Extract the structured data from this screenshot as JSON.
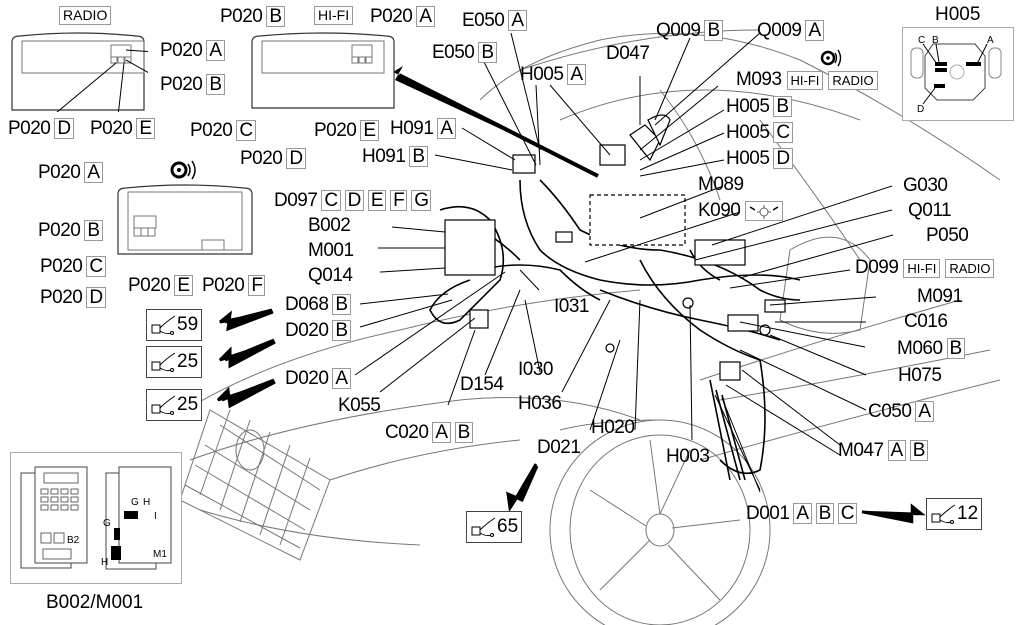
{
  "diagram": {
    "title": "Wiring harness location diagram — dashboard / front end",
    "insets": {
      "radio_unit": {
        "tag": "RADIO",
        "labels": [
          "P020 A",
          "P020 B",
          "P020 D",
          "P020 E"
        ]
      },
      "hifi_unit": {
        "tag": "HI-FI",
        "labels": [
          "P020 B",
          "P020 A",
          "P020 C",
          "P020 D",
          "P020 E"
        ]
      },
      "nav_unit": {
        "icon": "signal-icon",
        "labels": [
          "P020 A",
          "P020 B",
          "P020 C",
          "P020 D",
          "P020 E",
          "P020 F"
        ]
      },
      "h005": {
        "title": "H005",
        "pins": [
          "A",
          "B",
          "C",
          "D"
        ]
      },
      "b002_m001": {
        "title": "B002/M001",
        "module_labels": [
          "B2",
          "M1"
        ],
        "pins": [
          "G",
          "H",
          "G",
          "H",
          "I"
        ]
      }
    },
    "tags": {
      "radio": "RADIO",
      "hifi": "HI-FI"
    },
    "labels": {
      "radio_a": {
        "code": "P020",
        "box": "A"
      },
      "radio_b": {
        "code": "P020",
        "box": "B"
      },
      "radio_d": {
        "code": "P020",
        "box": "D"
      },
      "radio_e": {
        "code": "P020",
        "box": "E"
      },
      "hifi_b": {
        "code": "P020",
        "box": "B"
      },
      "hifi_a": {
        "code": "P020",
        "box": "A"
      },
      "hifi_c": {
        "code": "P020",
        "box": "C"
      },
      "hifi_d": {
        "code": "P020",
        "box": "D"
      },
      "hifi_e": {
        "code": "P020",
        "box": "E"
      },
      "nav_a": {
        "code": "P020",
        "box": "A"
      },
      "nav_b": {
        "code": "P020",
        "box": "B"
      },
      "nav_c": {
        "code": "P020",
        "box": "C"
      },
      "nav_d": {
        "code": "P020",
        "box": "D"
      },
      "nav_e": {
        "code": "P020",
        "box": "E"
      },
      "nav_f": {
        "code": "P020",
        "box": "F"
      },
      "e050a": {
        "code": "E050",
        "box": "A"
      },
      "e050b": {
        "code": "E050",
        "box": "B"
      },
      "h005a": {
        "code": "H005",
        "box": "A"
      },
      "d047": {
        "code": "D047"
      },
      "q009b": {
        "code": "Q009",
        "box": "B"
      },
      "q009a": {
        "code": "Q009",
        "box": "A"
      },
      "m093": {
        "code": "M093"
      },
      "h005b": {
        "code": "H005",
        "box": "B"
      },
      "h005c": {
        "code": "H005",
        "box": "C"
      },
      "h005d": {
        "code": "H005",
        "box": "D"
      },
      "h091a": {
        "code": "H091",
        "box": "A"
      },
      "h091b": {
        "code": "H091",
        "box": "B"
      },
      "m089": {
        "code": "M089"
      },
      "k090": {
        "code": "K090"
      },
      "g030": {
        "code": "G030"
      },
      "q011": {
        "code": "Q011"
      },
      "p050": {
        "code": "P050"
      },
      "d099": {
        "code": "D099"
      },
      "m091": {
        "code": "M091"
      },
      "c016": {
        "code": "C016"
      },
      "m060b": {
        "code": "M060",
        "box": "B"
      },
      "h075": {
        "code": "H075"
      },
      "c050a": {
        "code": "C050",
        "box": "A"
      },
      "m047": {
        "code": "M047",
        "box1": "A",
        "box2": "B"
      },
      "d001": {
        "code": "D001",
        "box1": "A",
        "box2": "B",
        "box3": "C"
      },
      "d097": {
        "code": "D097",
        "boxes": [
          "C",
          "D",
          "E",
          "F",
          "G"
        ]
      },
      "b002": {
        "code": "B002"
      },
      "m001": {
        "code": "M001"
      },
      "q014": {
        "code": "Q014"
      },
      "d068b": {
        "code": "D068",
        "box": "B"
      },
      "d020b": {
        "code": "D020",
        "box": "B"
      },
      "d020a": {
        "code": "D020",
        "box": "A"
      },
      "k055": {
        "code": "K055"
      },
      "c020": {
        "code": "C020",
        "box1": "A",
        "box2": "B"
      },
      "d154": {
        "code": "D154"
      },
      "i031": {
        "code": "I031"
      },
      "i030": {
        "code": "I030"
      },
      "h036": {
        "code": "H036"
      },
      "d021": {
        "code": "D021"
      },
      "h020": {
        "code": "H020"
      },
      "h003": {
        "code": "H003"
      }
    },
    "references": [
      {
        "id": "ref-59",
        "page": "59"
      },
      {
        "id": "ref-25a",
        "page": "25"
      },
      {
        "id": "ref-25b",
        "page": "25"
      },
      {
        "id": "ref-65",
        "page": "65"
      },
      {
        "id": "ref-12",
        "page": "12"
      }
    ]
  }
}
